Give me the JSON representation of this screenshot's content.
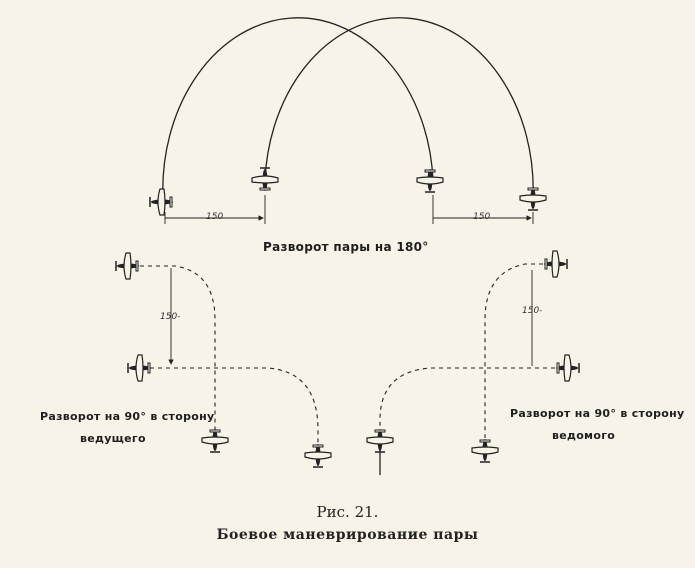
{
  "top_maneuver": {
    "title": "Разворот пары на 180°",
    "left_distance": "150",
    "right_distance": "150"
  },
  "left_maneuver": {
    "title_line1": "Разворот на 90° в сторону",
    "title_line2": "ведущего",
    "distance": "150-"
  },
  "right_maneuver": {
    "title_line1": "Разворот на 90° в сторону",
    "title_line2": "ведомого",
    "distance": "150-"
  },
  "figure": {
    "number": "Рис. 21.",
    "caption": "Боевое маневрирование пары"
  },
  "colors": {
    "paper": "#f7f3e8",
    "ink": "#222222"
  }
}
